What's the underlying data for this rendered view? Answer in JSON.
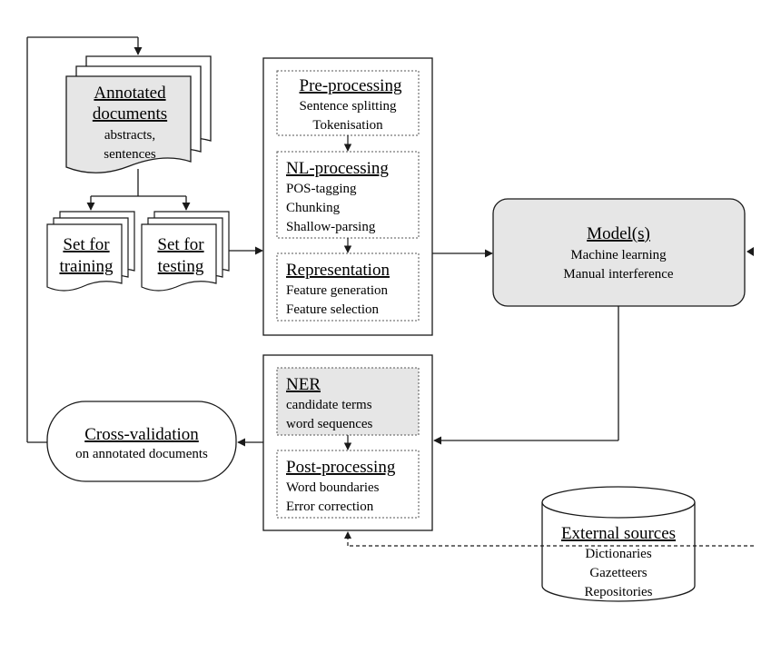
{
  "annotated_docs": {
    "title_line1": "Annotated",
    "title_line2": "documents",
    "sub_line1": "abstracts,",
    "sub_line2": "sentences"
  },
  "set_training": {
    "line1": "Set for",
    "line2": "training"
  },
  "set_testing": {
    "line1": "Set for",
    "line2": "testing"
  },
  "preprocessing": {
    "title": "Pre-processing",
    "items": [
      "Sentence splitting",
      "Tokenisation"
    ]
  },
  "nl_processing": {
    "title": "NL-processing",
    "items": [
      "POS-tagging",
      "Chunking",
      "Shallow-parsing"
    ]
  },
  "representation": {
    "title": "Representation",
    "items": [
      "Feature generation",
      "Feature selection"
    ]
  },
  "models": {
    "title": "Model(s)",
    "items": [
      "Machine learning",
      "Manual interference"
    ]
  },
  "ner": {
    "title": "NER",
    "items": [
      "candidate terms",
      "word sequences"
    ]
  },
  "postprocessing": {
    "title": "Post-processing",
    "items": [
      "Word boundaries",
      "Error correction"
    ]
  },
  "crossval": {
    "title": "Cross-validation",
    "sub": "on annotated documents"
  },
  "external": {
    "title": "External sources",
    "items": [
      "Dictionaries",
      "Gazetteers",
      "Repositories"
    ]
  },
  "colors": {
    "line": "#1a1a1a",
    "shaded": "#e6e6e6",
    "docfill": "#ffffff"
  }
}
